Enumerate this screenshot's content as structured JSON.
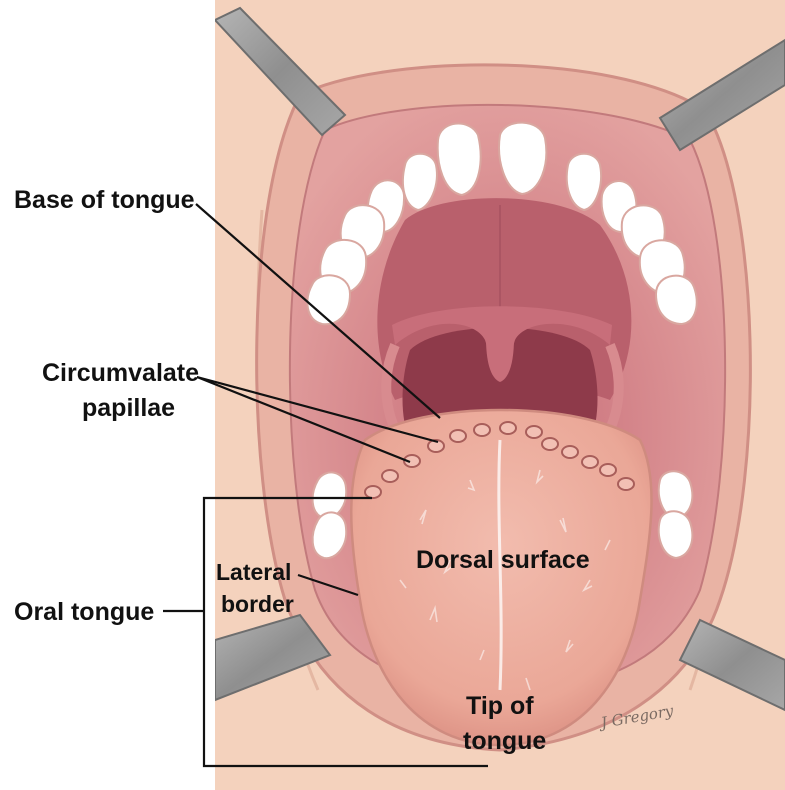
{
  "labels": {
    "base_of_tongue": "Base of tongue",
    "circumvalate_line1": "Circumvalate",
    "circumvalate_line2": "papillae",
    "oral_tongue": "Oral tongue",
    "lateral_line1": "Lateral",
    "lateral_line2": "border",
    "dorsal_surface": "Dorsal surface",
    "tip_line1": "Tip of",
    "tip_line2": "tongue"
  },
  "signature": "J Gregory",
  "colors": {
    "skin": "#f4d2bd",
    "lip": "#e9b3a4",
    "mouth_interior": "#cf7f84",
    "palate": "#b9606c",
    "throat": "#8e3a4a",
    "tongue": "#ebaa9c",
    "tooth": "#ffffff",
    "retractor": "#9a9a9a",
    "ink": "#111111"
  }
}
